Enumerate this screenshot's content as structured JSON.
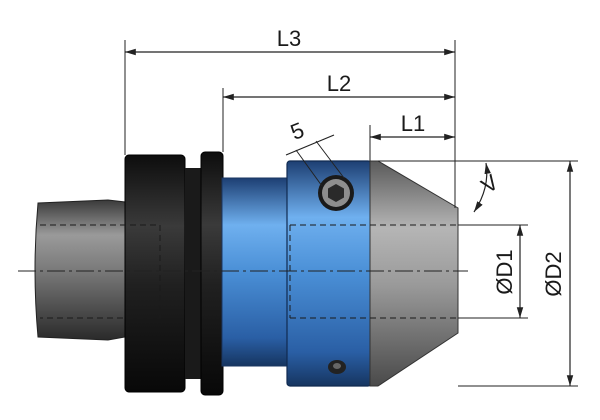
{
  "drawing": {
    "dimensions": {
      "L1": "L1",
      "L2": "L2",
      "L3": "L3",
      "screw": "5",
      "angle": "V",
      "D1": "ØD1",
      "D2": "ØD2"
    },
    "colors": {
      "body_blue": "#4a90d9",
      "body_blue_dark": "#1f4f8c",
      "nose_gray": "#8a8a8a",
      "flange_black": "#1b1b1b",
      "shank_gray": "#5a5a5a",
      "line": "#222222"
    }
  }
}
